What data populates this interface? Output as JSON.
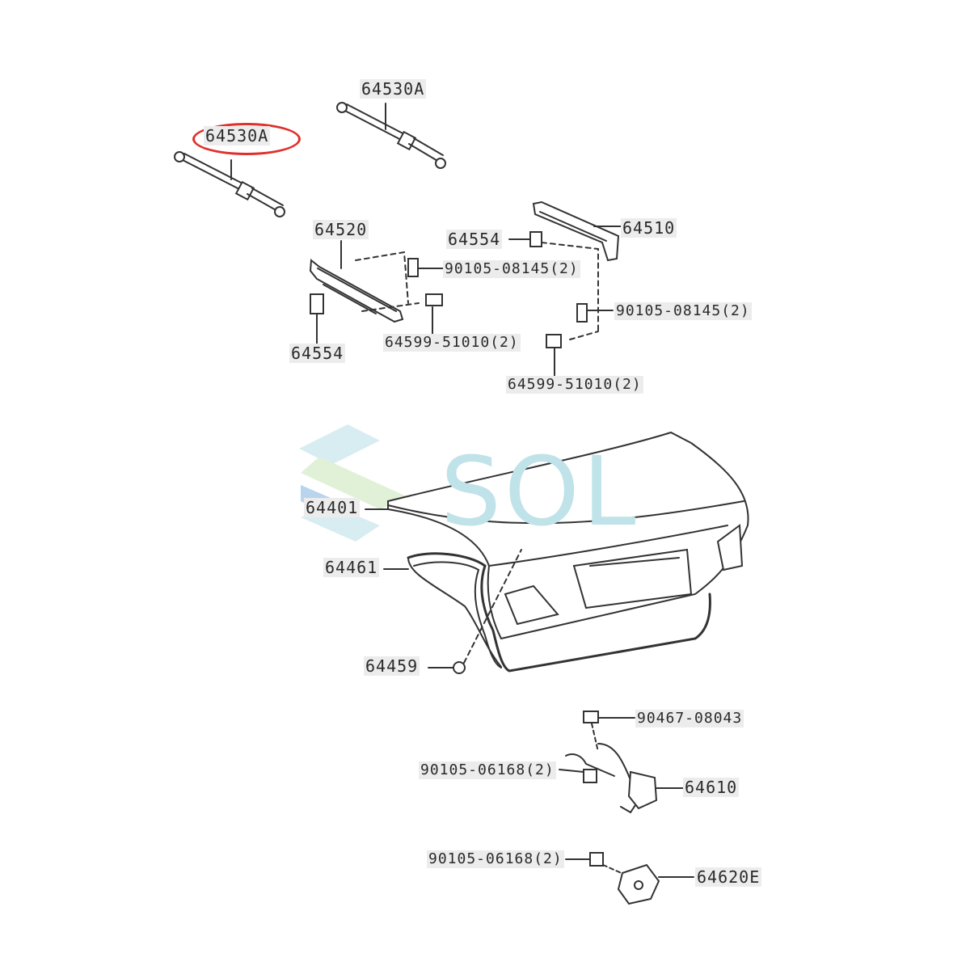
{
  "diagram": {
    "labels": {
      "strut_left": "64530A",
      "strut_right": "64530A",
      "hinge_left": "64520",
      "hinge_right": "64510",
      "cushion_left": "64554",
      "cushion_right": "64554",
      "bolt_left": "90105-08145(2)",
      "bolt_right": "90105-08145(2)",
      "clip_left": "64599-51010(2)",
      "clip_right": "64599-51010(2)",
      "lid": "64401",
      "weatherstrip": "64461",
      "plug": "64459",
      "nut": "90467-08043",
      "bolt_lock": "90105-06168(2)",
      "lock": "64610",
      "bolt_striker": "90105-06168(2)",
      "striker": "64620E"
    },
    "watermark": "SOL",
    "colors": {
      "highlight": "#e0302a",
      "line": "#333333",
      "watermark": "#bfe3e8"
    }
  }
}
